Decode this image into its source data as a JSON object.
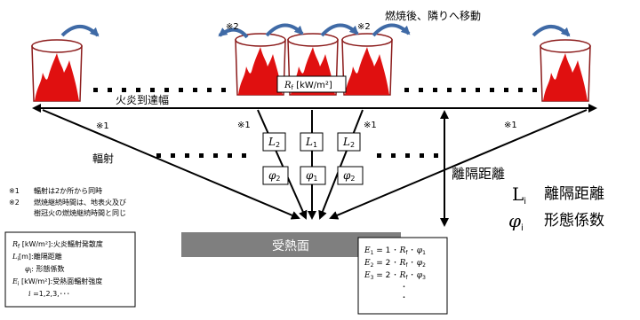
{
  "header": {
    "burn_move_label": "燃焼後、隣りへ移動",
    "note_mark_2_left": "※2",
    "note_mark_2_right": "※2"
  },
  "flame_reach_label": "火炎到達幅",
  "rf_box": {
    "symbol": "R",
    "sub": "f",
    "unit": " [kW/m²]"
  },
  "radiation_label": "輻射",
  "note_marks_1": [
    "※1",
    "※1",
    "※1",
    "※1"
  ],
  "chain_boxes": [
    {
      "sym": "L",
      "sub": "2"
    },
    {
      "sym": "L",
      "sub": "1"
    },
    {
      "sym": "L",
      "sub": "2"
    },
    {
      "sym": "φ",
      "sub": "2"
    },
    {
      "sym": "φ",
      "sub": "1"
    },
    {
      "sym": "φ",
      "sub": "2"
    }
  ],
  "distance_label": "離隔距離",
  "receiver_label": "受熱面",
  "notes": {
    "n1_mark": "※1",
    "n1_text": "輻射は2か所から同時",
    "n2_mark": "※2",
    "n2_text_1": "燃焼継続時間は、地表火及び",
    "n2_text_2": "樹冠火の燃焼継続時間と同じ"
  },
  "legend_right": {
    "row1_sym": "L",
    "row1_sub": "i",
    "row1_text": "離隔距離",
    "row2_sym": "φ",
    "row2_sub": "i",
    "row2_text": "形態係数"
  },
  "definitions": [
    {
      "sym": "R",
      "sub": "f",
      "text": " [kW/m²]:火炎輻射発散度"
    },
    {
      "sym": "L",
      "sub": "i",
      "text": "[m]:離隔距離"
    },
    {
      "sym": "φ",
      "sub": "i",
      "text": ": 形態係数"
    },
    {
      "sym": "E",
      "sub": "i",
      "text": " [kW/m²]:受熱面輻射強度"
    },
    {
      "sym": "i",
      "sub": "",
      "text": " =1,2,3,･･･"
    }
  ],
  "equations": [
    {
      "lhs": "E",
      "lhs_sub": "1",
      "coef": " = 1 ･ ",
      "r": "R",
      "r_sub": "f",
      "p": "φ",
      "p_sub": "1"
    },
    {
      "lhs": "E",
      "lhs_sub": "2",
      "coef": " = 2 ･ ",
      "r": "R",
      "r_sub": "f",
      "p": "φ",
      "p_sub": "2"
    },
    {
      "lhs": "E",
      "lhs_sub": "3",
      "coef": " = 2 ･ ",
      "r": "R",
      "r_sub": "f",
      "p": "φ",
      "p_sub": "3"
    }
  ],
  "equation_ellipsis": "･",
  "colors": {
    "flame": "#e01010",
    "barrel_edge": "#8b1a1a",
    "swap_arrow": "#3f6aa6",
    "receiver": "#7f7f7f"
  }
}
